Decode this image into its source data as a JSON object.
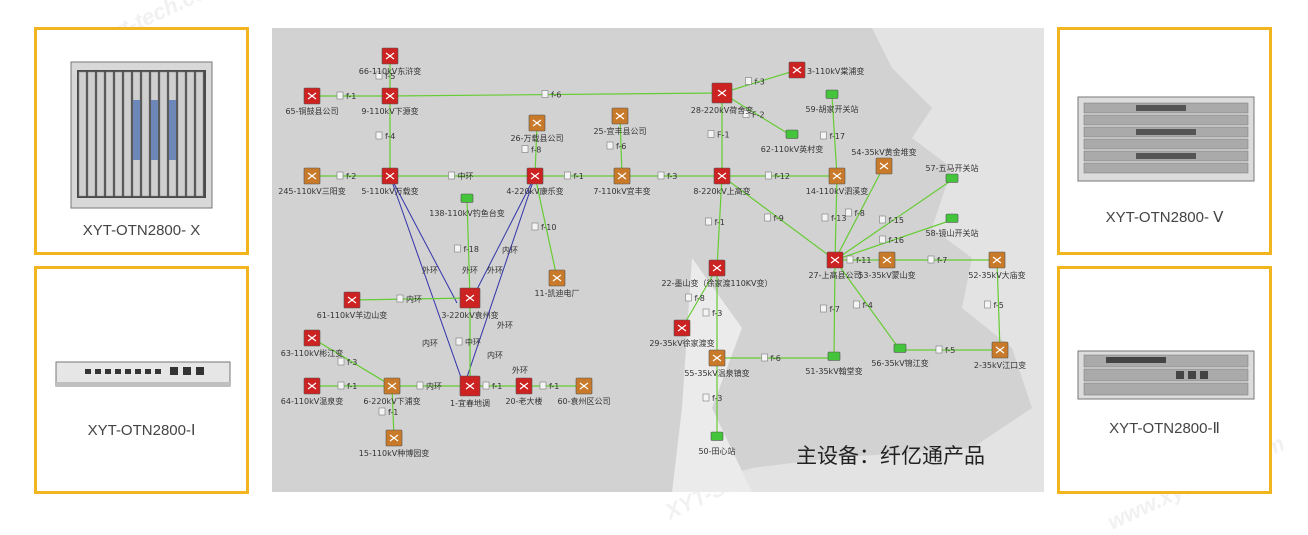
{
  "devices": {
    "x": "XYT-OTN2800- X",
    "i": "XYT-OTN2800-Ⅰ",
    "v": "XYT-OTN2800- Ⅴ",
    "ii": "XYT-OTN2800-Ⅱ"
  },
  "main_caption": "主设备：纤亿通产品",
  "colors": {
    "frame": "#f2b51f",
    "link": "#66cc33",
    "ring": "#3333aa",
    "router": "#cc2222",
    "ring_node": "#c87a2a"
  },
  "nodes": [
    {
      "id": "n66",
      "label": "66-110kV东浒变",
      "type": "r"
    },
    {
      "id": "n65",
      "label": "65-铜鼓县公司",
      "type": "r"
    },
    {
      "id": "n9",
      "label": "9-110kV下源变",
      "type": "r"
    },
    {
      "id": "n245",
      "label": "245-110kV三阳变",
      "type": "o"
    },
    {
      "id": "n5",
      "label": "5-110kV万载变",
      "type": "r"
    },
    {
      "id": "n138",
      "label": "138-110kV钓鱼台变",
      "type": "g"
    },
    {
      "id": "n26",
      "label": "26-万载县公司",
      "type": "o"
    },
    {
      "id": "n4",
      "label": "4-220kV康乐变",
      "type": "r"
    },
    {
      "id": "n25",
      "label": "25-宜丰县公司",
      "type": "o"
    },
    {
      "id": "n7",
      "label": "7-110kV宜丰变",
      "type": "o"
    },
    {
      "id": "n11",
      "label": "11-凯迪电厂",
      "type": "o"
    },
    {
      "id": "n28",
      "label": "28-220kV荷舍变",
      "type": "r"
    },
    {
      "id": "n3",
      "label": "3-110kV棠浦变",
      "type": "r"
    },
    {
      "id": "n59",
      "label": "59-胡家开关站",
      "type": "g"
    },
    {
      "id": "n62",
      "label": "62-110kV英村变",
      "type": "g"
    },
    {
      "id": "n8",
      "label": "8-220kV上高变",
      "type": "r"
    },
    {
      "id": "n14",
      "label": "14-110kV泗溪变",
      "type": "o"
    },
    {
      "id": "n54",
      "label": "54-35kV黄金堆变",
      "type": "o"
    },
    {
      "id": "n57",
      "label": "57-五马开关站",
      "type": "g"
    },
    {
      "id": "n58",
      "label": "58-镜山开关站",
      "type": "g"
    },
    {
      "id": "n27",
      "label": "27-上高县公司",
      "type": "r"
    },
    {
      "id": "n53",
      "label": "53-35kV蒙山变",
      "type": "o"
    },
    {
      "id": "n52",
      "label": "52-35kV大庙变",
      "type": "o"
    },
    {
      "id": "n22",
      "label": "22-墨山变（徐家渡110KV变）",
      "type": "r"
    },
    {
      "id": "n29",
      "label": "29-35kV徐家渡变",
      "type": "r"
    },
    {
      "id": "n55",
      "label": "55-35kV温泉镇变",
      "type": "o"
    },
    {
      "id": "n51",
      "label": "51-35kV翰堂变",
      "type": "g"
    },
    {
      "id": "n56",
      "label": "56-35kV锦江变",
      "type": "g"
    },
    {
      "id": "n2",
      "label": "2-35kV江口变",
      "type": "o"
    },
    {
      "id": "n50",
      "label": "50-田心站",
      "type": "g"
    },
    {
      "id": "n61",
      "label": "61-110kV羊边山变",
      "type": "r"
    },
    {
      "id": "n63",
      "label": "63-110kV彬江变",
      "type": "r"
    },
    {
      "id": "n64",
      "label": "64-110kV温泉变",
      "type": "r"
    },
    {
      "id": "n6",
      "label": "6-220kV下浦变",
      "type": "o"
    },
    {
      "id": "n15",
      "label": "15-110kV种博园变",
      "type": "o"
    },
    {
      "id": "n3c",
      "label": "3-220kV袁州变",
      "type": "r"
    },
    {
      "id": "n1",
      "label": "1-宜春地调",
      "type": "r"
    },
    {
      "id": "n20",
      "label": "20-老大楼",
      "type": "r"
    },
    {
      "id": "n60",
      "label": "60-袁州区公司",
      "type": "o"
    }
  ],
  "edges": [
    {
      "a": "n66",
      "b": "n9",
      "label": "f-5"
    },
    {
      "a": "n65",
      "b": "n9",
      "label": "f-1"
    },
    {
      "a": "n9",
      "b": "n28",
      "label": "f-6"
    },
    {
      "a": "n9",
      "b": "n5",
      "label": "f-4"
    },
    {
      "a": "n245",
      "b": "n5",
      "label": "f-2"
    },
    {
      "a": "n5",
      "b": "n4",
      "label": "中环"
    },
    {
      "a": "n26",
      "b": "n4",
      "label": "f-8"
    },
    {
      "a": "n4",
      "b": "n7",
      "label": "f-1"
    },
    {
      "a": "n25",
      "b": "n7",
      "label": "f-6"
    },
    {
      "a": "n7",
      "b": "n8",
      "label": "f-3"
    },
    {
      "a": "n4",
      "b": "n11",
      "label": "f-10"
    },
    {
      "a": "n138",
      "b": "n3c",
      "label": "f-18"
    },
    {
      "a": "n28",
      "b": "n3",
      "label": "f-3"
    },
    {
      "a": "n28",
      "b": "n62",
      "label": "F-2"
    },
    {
      "a": "n28",
      "b": "n8",
      "label": "F-1"
    },
    {
      "a": "n59",
      "b": "n14",
      "label": "f-17"
    },
    {
      "a": "n8",
      "b": "n14",
      "label": "f-12"
    },
    {
      "a": "n8",
      "b": "n27",
      "label": "f-9"
    },
    {
      "a": "n14",
      "b": "n27",
      "label": "f-13"
    },
    {
      "a": "n54",
      "b": "n27",
      "label": "f-8"
    },
    {
      "a": "n57",
      "b": "n27",
      "label": "f-15"
    },
    {
      "a": "n58",
      "b": "n27",
      "label": "f-16"
    },
    {
      "a": "n27",
      "b": "n53",
      "label": "f-11"
    },
    {
      "a": "n53",
      "b": "n52",
      "label": "f-7"
    },
    {
      "a": "n52",
      "b": "n2",
      "label": "f-5"
    },
    {
      "a": "n56",
      "b": "n2",
      "label": "f-5"
    },
    {
      "a": "n27",
      "b": "n56",
      "label": "f-4"
    },
    {
      "a": "n27",
      "b": "n51",
      "label": "f-7"
    },
    {
      "a": "n8",
      "b": "n22",
      "label": "f-1"
    },
    {
      "a": "n22",
      "b": "n29",
      "label": "f-8"
    },
    {
      "a": "n22",
      "b": "n55",
      "label": "f-3"
    },
    {
      "a": "n55",
      "b": "n51",
      "label": "f-6"
    },
    {
      "a": "n55",
      "b": "n50",
      "label": "f-3"
    },
    {
      "a": "n61",
      "b": "n3c",
      "label": "内环"
    },
    {
      "a": "n63",
      "b": "n6",
      "label": "f-3"
    },
    {
      "a": "n64",
      "b": "n6",
      "label": "f-1"
    },
    {
      "a": "n6",
      "b": "n1",
      "label": "内环"
    },
    {
      "a": "n6",
      "b": "n15",
      "label": "f-1"
    },
    {
      "a": "n3c",
      "b": "n1",
      "label": "中环"
    },
    {
      "a": "n1",
      "b": "n20",
      "label": "f-1"
    },
    {
      "a": "n20",
      "b": "n60",
      "label": "f-1"
    }
  ],
  "ring_labels": [
    "外环",
    "外环",
    "外环",
    "内环",
    "外环",
    "内环",
    "内环",
    "外环"
  ]
}
